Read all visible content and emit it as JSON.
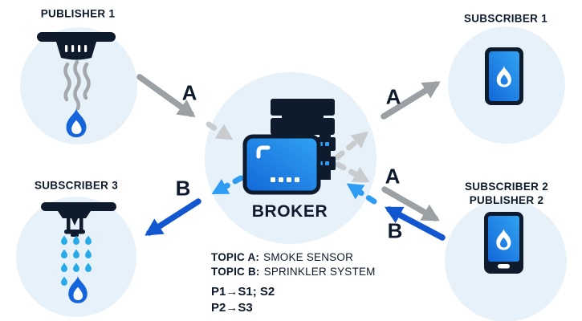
{
  "nodes": {
    "publisher1": {
      "label": "PUBLISHER 1"
    },
    "subscriber1": {
      "label": "SUBSCRIBER 1"
    },
    "subscriber2": {
      "label1": "SUBSCRIBER 2",
      "label2": "PUBLISHER 2"
    },
    "subscriber3": {
      "label": "SUBSCRIBER 3"
    },
    "broker": {
      "label": "BROKER"
    }
  },
  "arrow_labels": {
    "pub1_to_broker": "A",
    "broker_to_sub1": "A",
    "broker_to_sub2": "A",
    "sub2_to_broker": "B",
    "broker_to_sub3": "B"
  },
  "legend": {
    "topic_a_label": "TOPIC A:",
    "topic_a_value": "SMOKE SENSOR",
    "topic_b_label": "TOPIC B:",
    "topic_b_value": "SPRINKLER SYSTEM",
    "route_1": "P1→S1; S2",
    "route_2": "P2→S3"
  },
  "icons": [
    "smoke-detector-icon",
    "sprinkler-icon",
    "server-broker-icon",
    "smartphone-icon",
    "flame-icon",
    "smoke-waves-icon",
    "water-drops-icon"
  ],
  "colors": {
    "navy": "#0e1b2c",
    "flame_blue": "#1465dc",
    "light_blue": "#2f9cf3",
    "water_blue": "#2aabe9",
    "circle_bg": "#e7f1fa",
    "arrow_gray": "#9aa0a4",
    "arrow_gray_light": "#c9cccf",
    "arrow_blue": "#1257d0",
    "screen_gradient_top": "#31a2f2",
    "screen_gradient_bottom": "#1268d8"
  }
}
